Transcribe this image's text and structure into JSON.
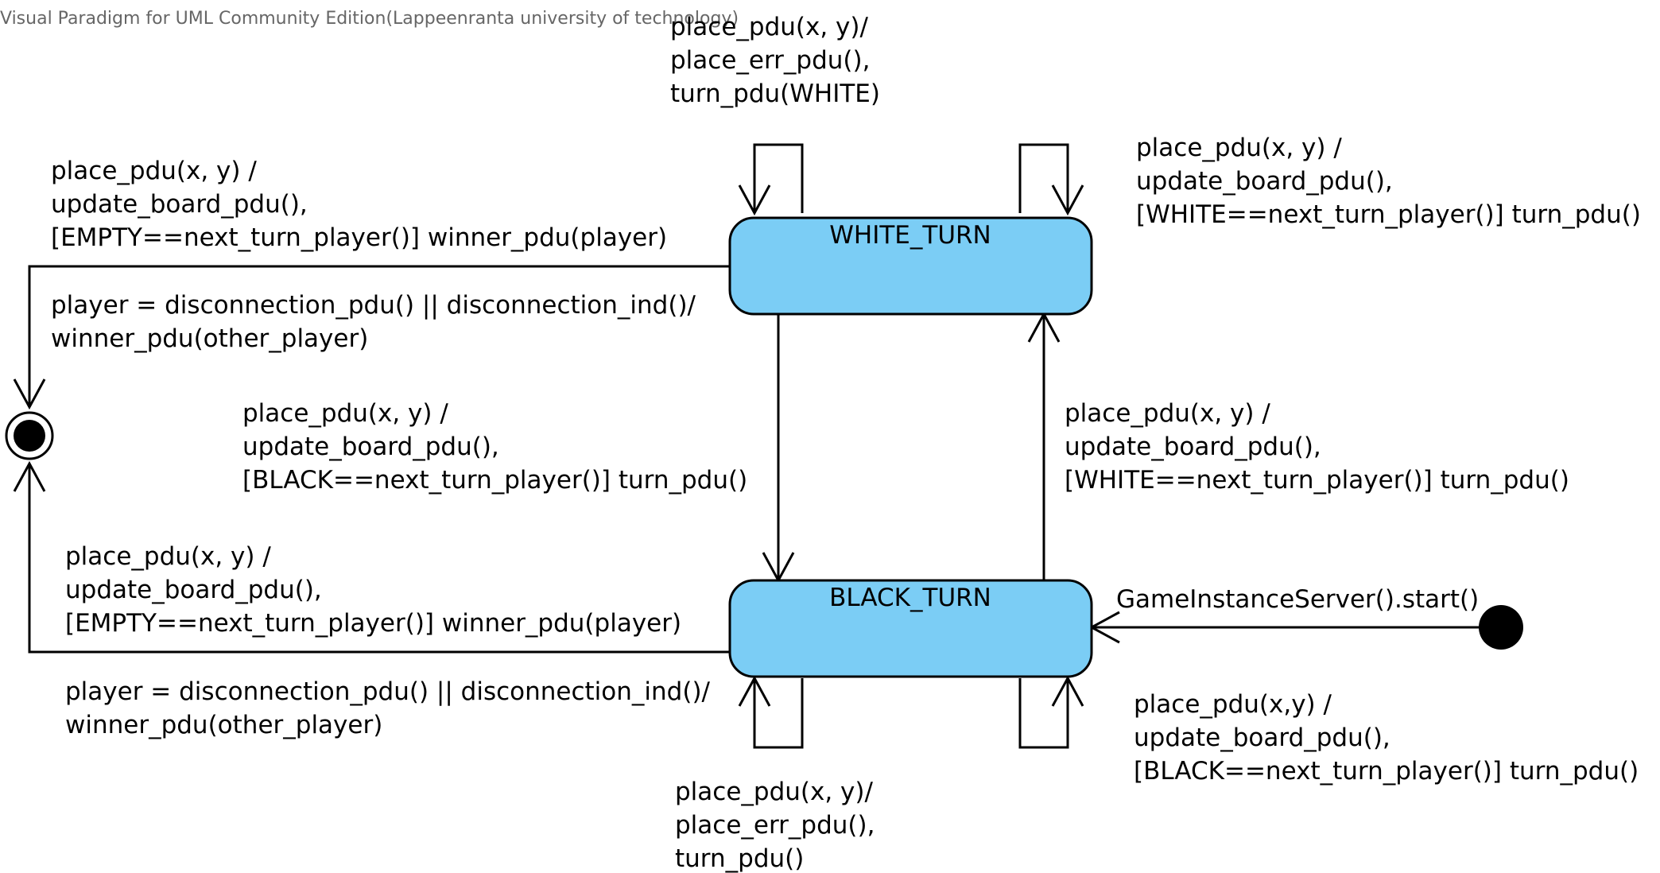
{
  "watermark": "Visual Paradigm for UML Community Edition(Lappeenranta university of technology)",
  "colors": {
    "state_fill": "#7bcdf5",
    "line": "#000000",
    "background": "#ffffff"
  },
  "states": {
    "white": "WHITE_TURN",
    "black": "BLACK_TURN"
  },
  "transitions": {
    "white_self_err": [
      "place_pdu(x, y)/",
      "place_err_pdu(),",
      "turn_pdu(WHITE)"
    ],
    "white_self_update": [
      "place_pdu(x, y) /",
      "update_board_pdu(),",
      "[WHITE==next_turn_player()] turn_pdu()"
    ],
    "white_final_winner": [
      "place_pdu(x, y) /",
      "update_board_pdu(),",
      "[EMPTY==next_turn_player()] winner_pdu(player)"
    ],
    "white_final_disconnect": [
      "player = disconnection_pdu() || disconnection_ind()/",
      "winner_pdu(other_player)"
    ],
    "white_to_black": [
      "place_pdu(x, y) /",
      "update_board_pdu(),",
      "[BLACK==next_turn_player()] turn_pdu()"
    ],
    "black_to_white": [
      "place_pdu(x, y) /",
      "update_board_pdu(),",
      "[WHITE==next_turn_player()] turn_pdu()"
    ],
    "black_final_winner": [
      "place_pdu(x, y) /",
      "update_board_pdu(),",
      "[EMPTY==next_turn_player()] winner_pdu(player)"
    ],
    "black_final_disconnect": [
      "player = disconnection_pdu() || disconnection_ind()/",
      "winner_pdu(other_player)"
    ],
    "initial": [
      "GameInstanceServer().start()"
    ],
    "black_self_update": [
      "place_pdu(x,y) /",
      "update_board_pdu(),",
      "[BLACK==next_turn_player()] turn_pdu()"
    ],
    "black_self_err": [
      "place_pdu(x, y)/",
      "place_err_pdu(),",
      "turn_pdu()"
    ]
  }
}
